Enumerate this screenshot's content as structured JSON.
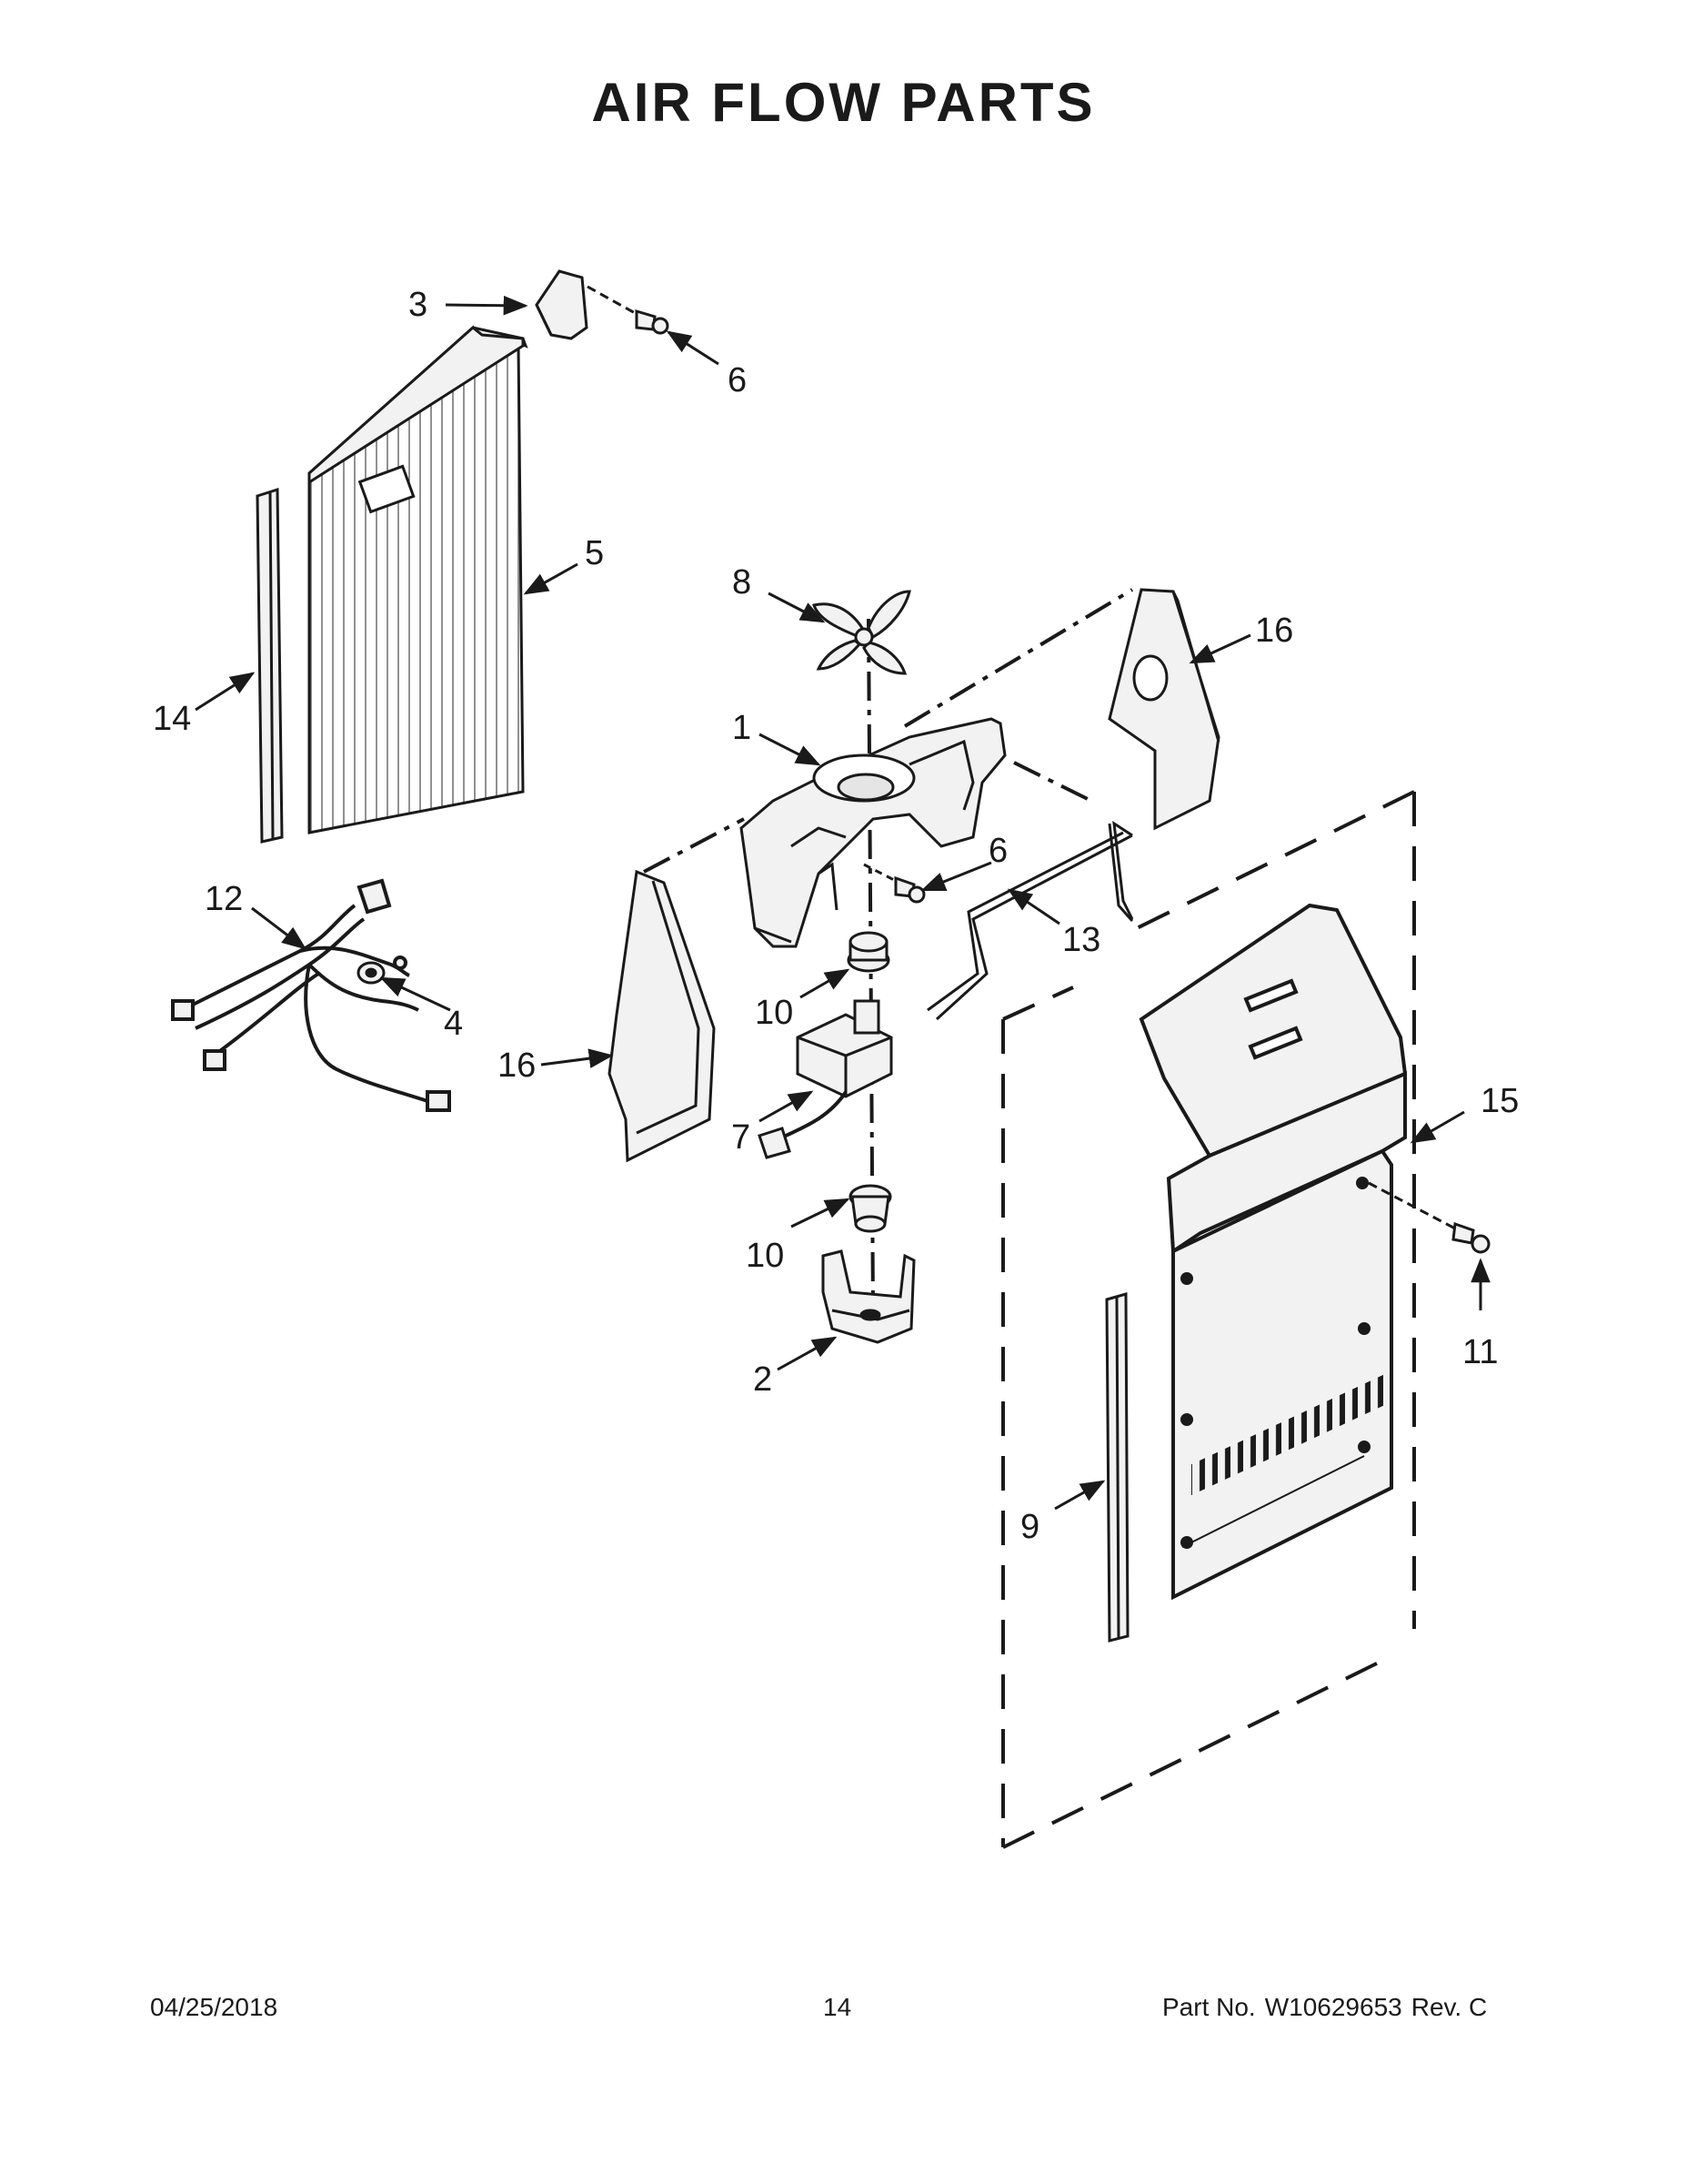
{
  "page": {
    "title": "AIR FLOW PARTS",
    "footer": {
      "date": "04/25/2018",
      "page_number": "14",
      "part_label": "Part No.",
      "part_number": "W10629653",
      "revision": "Rev. C"
    }
  },
  "callouts": [
    {
      "id": "c3",
      "label": "3"
    },
    {
      "id": "c6a",
      "label": "6"
    },
    {
      "id": "c5",
      "label": "5"
    },
    {
      "id": "c14",
      "label": "14"
    },
    {
      "id": "c8",
      "label": "8"
    },
    {
      "id": "c16a",
      "label": "16"
    },
    {
      "id": "c1",
      "label": "1"
    },
    {
      "id": "c6b",
      "label": "6"
    },
    {
      "id": "c12",
      "label": "12"
    },
    {
      "id": "c13",
      "label": "13"
    },
    {
      "id": "c4",
      "label": "4"
    },
    {
      "id": "c10a",
      "label": "10"
    },
    {
      "id": "c16b",
      "label": "16"
    },
    {
      "id": "c15",
      "label": "15"
    },
    {
      "id": "c7",
      "label": "7"
    },
    {
      "id": "c10b",
      "label": "10"
    },
    {
      "id": "c11",
      "label": "11"
    },
    {
      "id": "c2",
      "label": "2"
    },
    {
      "id": "c9",
      "label": "9"
    }
  ]
}
